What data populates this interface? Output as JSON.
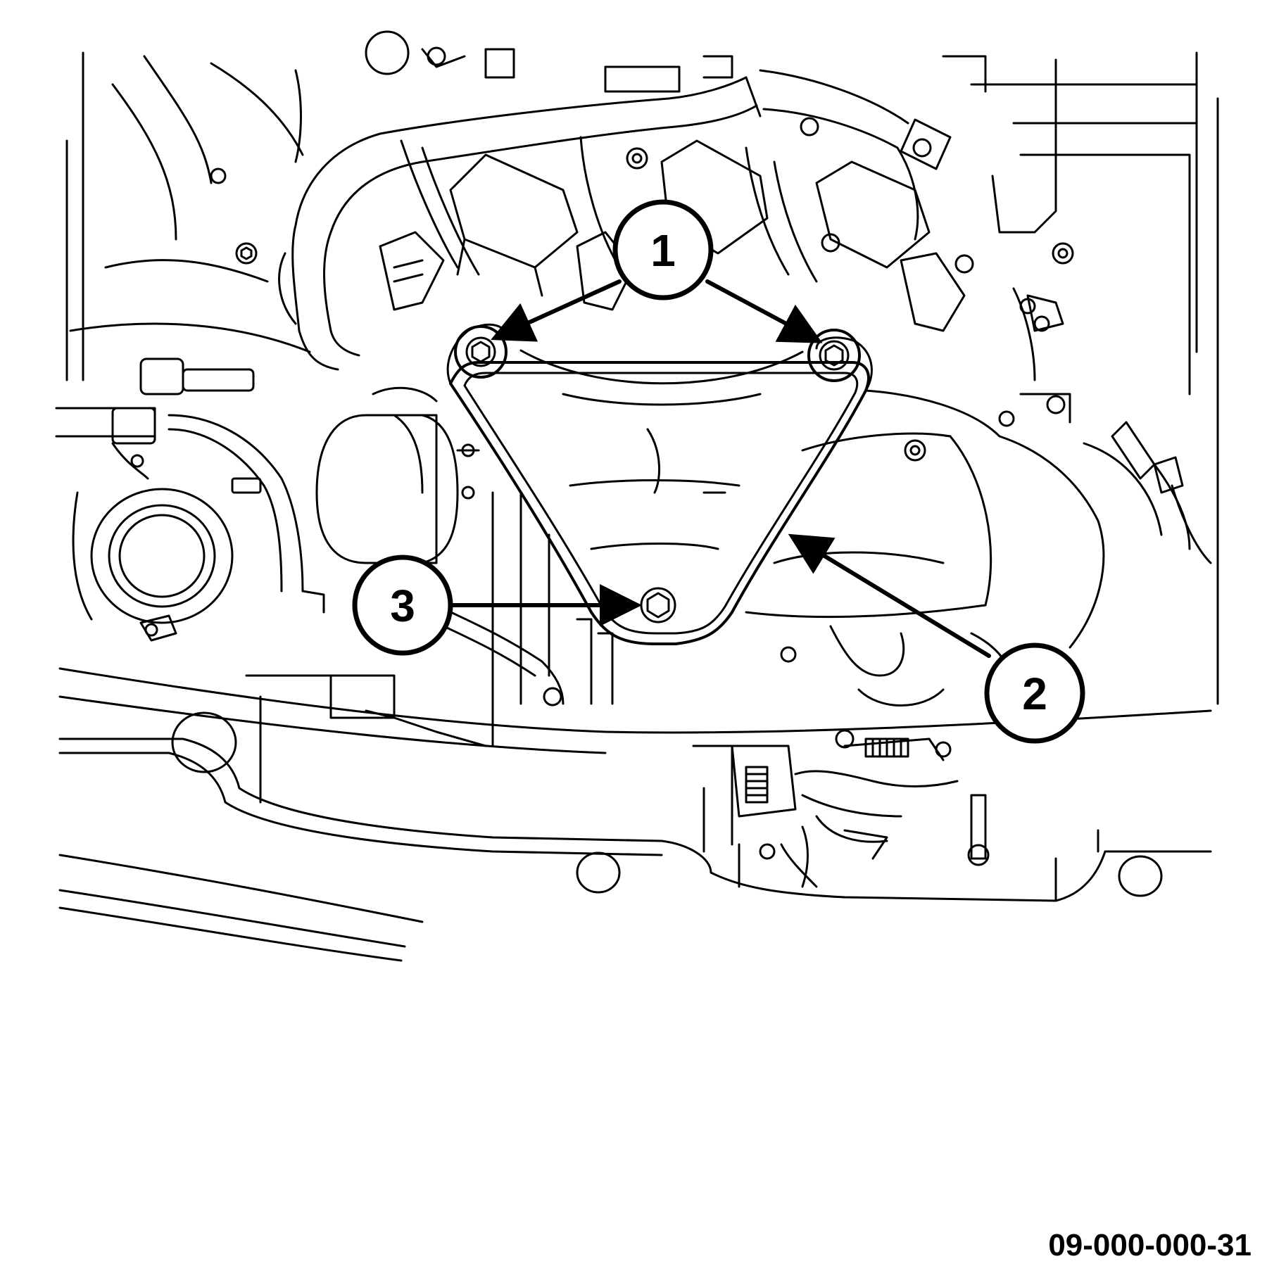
{
  "figure": {
    "id_label": "09-000-000-31"
  },
  "callouts": [
    {
      "number": "1",
      "target": "upper mounting bolts"
    },
    {
      "number": "2",
      "target": "heat shield"
    },
    {
      "number": "3",
      "target": "lower mounting bolt"
    }
  ],
  "colors": {
    "line": "#000000",
    "background": "#ffffff"
  }
}
